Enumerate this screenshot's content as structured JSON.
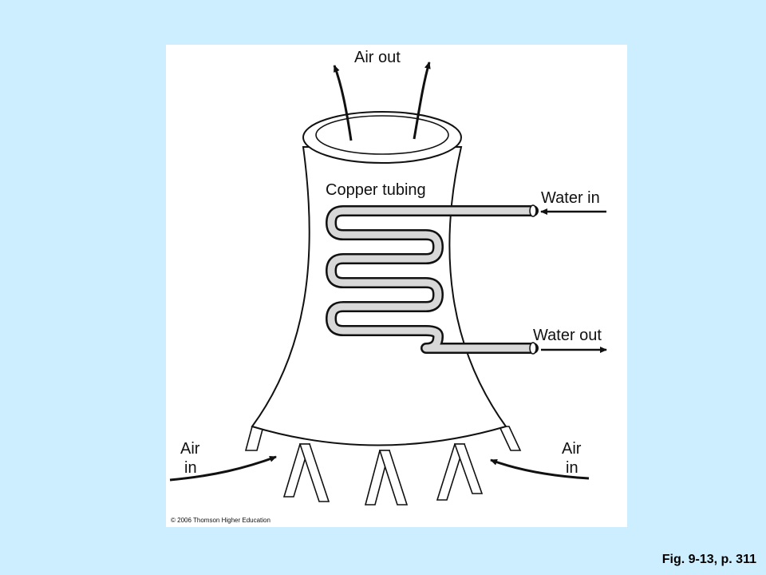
{
  "diagram": {
    "labels": {
      "air_out": "Air out",
      "copper_tubing": "Copper tubing",
      "water_in": "Water in",
      "water_out": "Water out",
      "air_in_left_line1": "Air",
      "air_in_left_line2": "in",
      "air_in_right_line1": "Air",
      "air_in_right_line2": "in"
    },
    "copyright": "© 2006 Thomson Higher Education"
  },
  "caption": "Fig. 9-13, p. 311",
  "colors": {
    "background": "#cceeff",
    "panel": "#ffffff",
    "ink": "#111111",
    "tubing_fill": "#d8d8d8"
  }
}
